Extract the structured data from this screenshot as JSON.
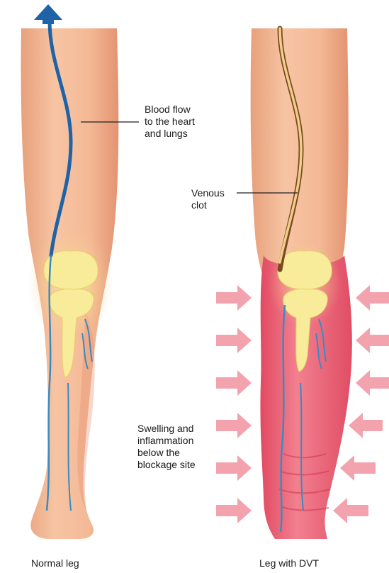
{
  "labels": {
    "blood_flow": [
      "Blood flow",
      "to the heart",
      "and lungs"
    ],
    "venous_clot": [
      "Venous",
      "clot"
    ],
    "swelling": [
      "Swelling and",
      "inflammation",
      "below the",
      "blockage site"
    ]
  },
  "captions": {
    "normal": "Normal leg",
    "dvt": "Leg with DVT"
  },
  "colors": {
    "skin": "#f4b996",
    "skin_shade": "#e99c79",
    "bone": "#f8ec9a",
    "vein": "#3b8bc0",
    "vein_main": "#1e63a8",
    "swelling": "#ea5f73",
    "clot": "#e8c27a",
    "clot_outline": "#7a4a22",
    "arrow": "#f3a3ad"
  }
}
